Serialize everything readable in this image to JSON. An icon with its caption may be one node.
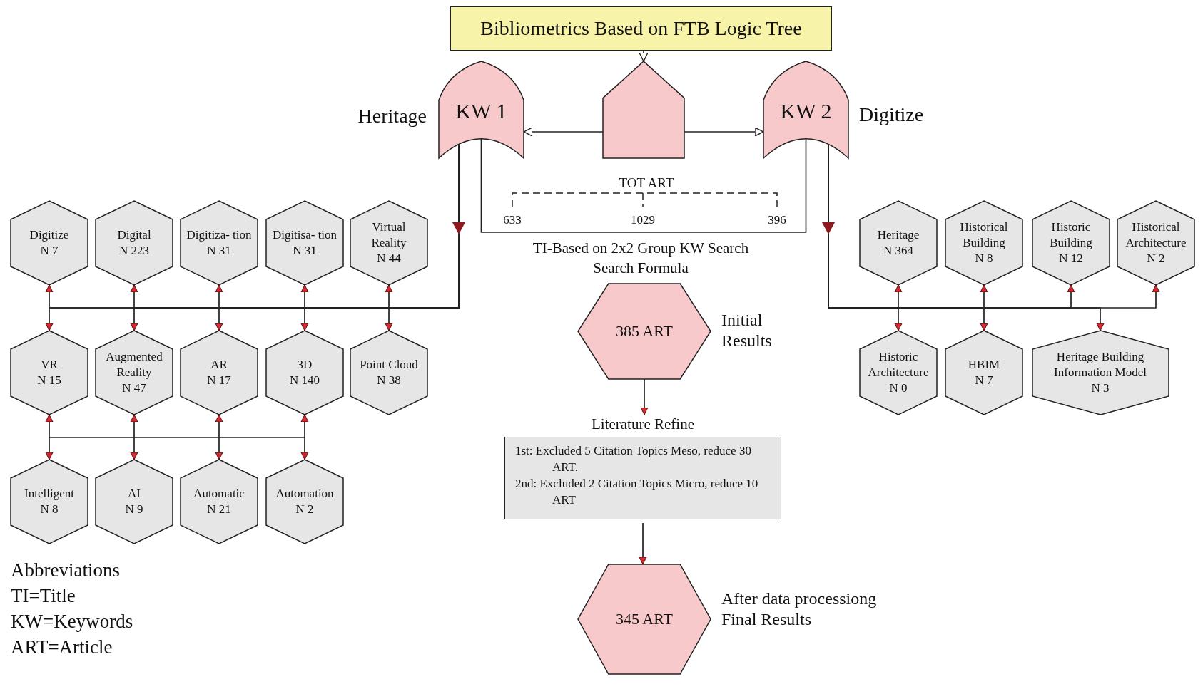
{
  "diagram": {
    "nodes": [
      {
        "text": [
          "Bibliometrics Based on FTB Logic Tree"
        ]
      },
      {
        "text": [
          "KW 1"
        ],
        "beside": [
          "Heritage"
        ]
      },
      {
        "text": [],
        "shape": "pentagon"
      },
      {
        "text": [
          "KW 2"
        ],
        "beside": [
          "Digitize"
        ]
      },
      {
        "text": [
          "Digitize",
          "N 7"
        ]
      },
      {
        "text": [
          "Digital",
          "N 223"
        ]
      },
      {
        "text": [
          "Digitiza- tion",
          "N 31"
        ]
      },
      {
        "text": [
          "Digitisa- tion",
          "N 31"
        ]
      },
      {
        "text": [
          "Virtual Reality",
          "N 44"
        ]
      },
      {
        "text": [
          "Heritage",
          "N 364"
        ]
      },
      {
        "text": [
          "Historical Building",
          "N 8"
        ]
      },
      {
        "text": [
          "Historic Building",
          "N 12"
        ]
      },
      {
        "text": [
          "Historical Architecture",
          "N 2"
        ]
      },
      {
        "text": [
          "385 ART"
        ],
        "beside": [
          "Initial Results"
        ]
      },
      {
        "text": [
          "VR",
          "N 15"
        ]
      },
      {
        "text": [
          "Augmented Reality",
          "N 47"
        ]
      },
      {
        "text": [
          "AR",
          "N 17"
        ]
      },
      {
        "text": [
          "3D",
          "N 140"
        ]
      },
      {
        "text": [
          "Point Cloud",
          "N 38"
        ]
      },
      {
        "text": [
          "Historic Architecture",
          "N 0"
        ]
      },
      {
        "text": [
          "HBIM",
          "N 7"
        ]
      },
      {
        "text": [
          "Heritage Building Information Model",
          "N 3"
        ]
      },
      {
        "text": [
          "Literature Refine",
          "1st: Excluded 5 Citation Topics Meso, reduce 30 ART.",
          "2nd: Excluded 2 Citation Topics Micro, reduce 10 ART"
        ]
      },
      {
        "text": [
          "Intelligent",
          "N 8"
        ]
      },
      {
        "text": [
          "AI",
          "N 9"
        ]
      },
      {
        "text": [
          "Automatic",
          "N 21"
        ]
      },
      {
        "text": [
          "Automation",
          "N 2"
        ]
      },
      {
        "text": [
          "345 ART"
        ],
        "beside": [
          "After data processiong Final Results"
        ]
      }
    ],
    "edges": [
      {
        "from": 0,
        "to": 2,
        "arrow": "to"
      },
      {
        "from": 2,
        "to": 1,
        "arrow": "to"
      },
      {
        "from": 2,
        "to": 3,
        "arrow": "to"
      },
      {
        "from": 1,
        "to": 3,
        "arrow": "none"
      },
      {
        "from": 1,
        "to": 4,
        "arrow": "to"
      },
      {
        "from": 1,
        "to": 5,
        "arrow": "to"
      },
      {
        "from": 1,
        "to": 6,
        "arrow": "to"
      },
      {
        "from": 1,
        "to": 7,
        "arrow": "to"
      },
      {
        "from": 1,
        "to": 8,
        "arrow": "to"
      },
      {
        "from": 1,
        "to": 14,
        "arrow": "to"
      },
      {
        "from": 1,
        "to": 15,
        "arrow": "to"
      },
      {
        "from": 1,
        "to": 16,
        "arrow": "to"
      },
      {
        "from": 1,
        "to": 17,
        "arrow": "to"
      },
      {
        "from": 1,
        "to": 18,
        "arrow": "to"
      },
      {
        "from": 3,
        "to": 9,
        "arrow": "to"
      },
      {
        "from": 3,
        "to": 10,
        "arrow": "to"
      },
      {
        "from": 3,
        "to": 11,
        "arrow": "to"
      },
      {
        "from": 3,
        "to": 12,
        "arrow": "to"
      },
      {
        "from": 3,
        "to": 19,
        "arrow": "to"
      },
      {
        "from": 3,
        "to": 20,
        "arrow": "to"
      },
      {
        "from": 3,
        "to": 21,
        "arrow": "to"
      },
      {
        "from": 14,
        "to": 23,
        "arrow": "both"
      },
      {
        "from": 15,
        "to": 24,
        "arrow": "both"
      },
      {
        "from": 16,
        "to": 25,
        "arrow": "both"
      },
      {
        "from": 17,
        "to": 26,
        "arrow": "both"
      },
      {
        "from": 13,
        "to": 22,
        "arrow": "to"
      },
      {
        "from": 22,
        "to": 27,
        "arrow": "to"
      }
    ],
    "labels": [
      "TOT ART",
      "633",
      "1029",
      "396",
      "TI-Based on 2x2 Group KW Search",
      "Search Formula",
      "Abbreviations",
      "TI=Title",
      "KW=Keywords",
      "ART=Article"
    ]
  }
}
